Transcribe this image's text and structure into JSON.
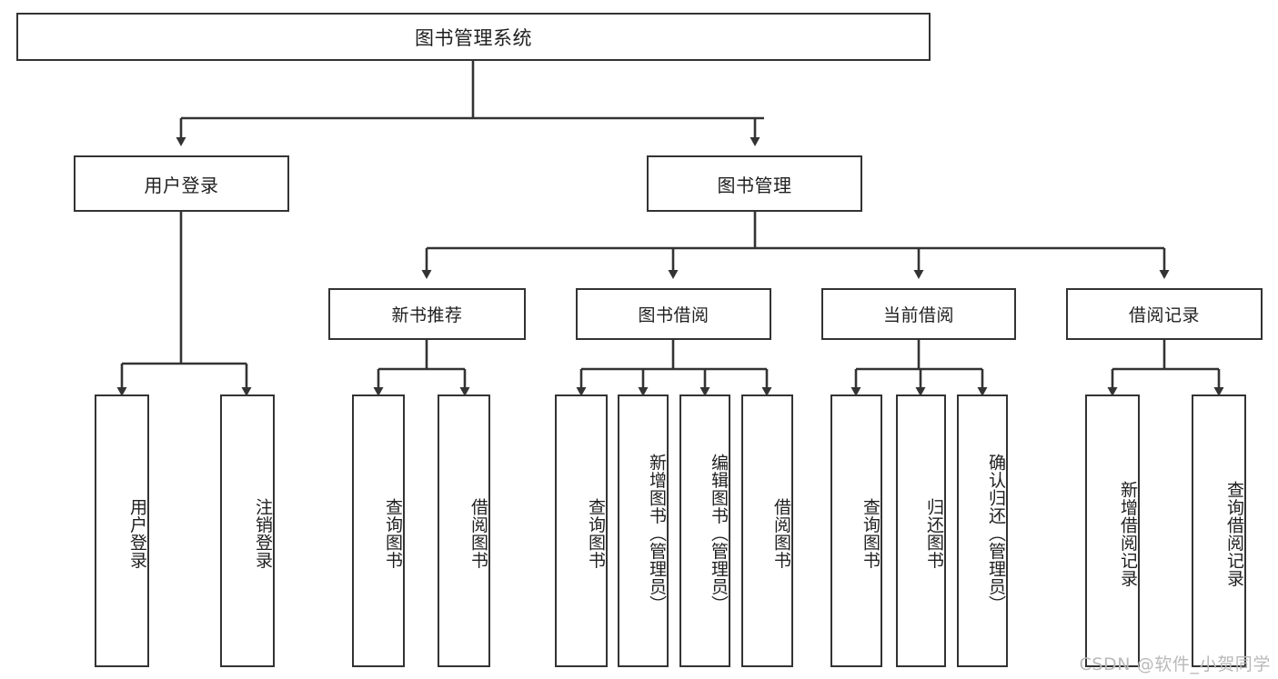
{
  "diagram": {
    "type": "tree",
    "title": "图书管理系统",
    "orientation": "top-down",
    "colors": {
      "box_border": "#333333",
      "box_fill": "#ffffff",
      "edge": "#333333",
      "text": "#1f1f1f",
      "watermark": "#b9b9b9",
      "background": "#ffffff"
    },
    "nodes": {
      "root": {
        "label": "图书管理系统"
      },
      "level2": [
        {
          "id": "user-login",
          "label": "用户登录"
        },
        {
          "id": "book-management",
          "label": "图书管理"
        }
      ],
      "level3": [
        {
          "id": "new-book-recommend",
          "label": "新书推荐"
        },
        {
          "id": "book-borrow",
          "label": "图书借阅"
        },
        {
          "id": "current-borrow",
          "label": "当前借阅"
        },
        {
          "id": "borrow-record",
          "label": "借阅记录"
        }
      ],
      "leaves": [
        {
          "id": "leaf-user-login",
          "label": "用户登录",
          "parent": "user-login"
        },
        {
          "id": "leaf-logout-login",
          "label": "注销登录",
          "parent": "user-login"
        },
        {
          "id": "leaf-query-book-1",
          "label": "查询图书",
          "parent": "new-book-recommend"
        },
        {
          "id": "leaf-borrow-book-1",
          "label": "借阅图书",
          "parent": "new-book-recommend"
        },
        {
          "id": "leaf-query-book-2",
          "label": "查询图书",
          "parent": "book-borrow"
        },
        {
          "id": "leaf-add-book",
          "label": "新增图书（管理员）",
          "parent": "book-borrow"
        },
        {
          "id": "leaf-edit-book",
          "label": "编辑图书（管理员）",
          "parent": "book-borrow"
        },
        {
          "id": "leaf-borrow-book-2",
          "label": "借阅图书",
          "parent": "book-borrow"
        },
        {
          "id": "leaf-query-book-3",
          "label": "查询图书",
          "parent": "current-borrow"
        },
        {
          "id": "leaf-return-book",
          "label": "归还图书",
          "parent": "current-borrow"
        },
        {
          "id": "leaf-confirm-return",
          "label": "确认归还（管理员）",
          "parent": "current-borrow"
        },
        {
          "id": "leaf-add-record",
          "label": "新增借阅记录",
          "parent": "borrow-record"
        },
        {
          "id": "leaf-query-record",
          "label": "查询借阅记录",
          "parent": "borrow-record"
        }
      ]
    },
    "watermark": "CSDN @软件_小贺同学"
  }
}
